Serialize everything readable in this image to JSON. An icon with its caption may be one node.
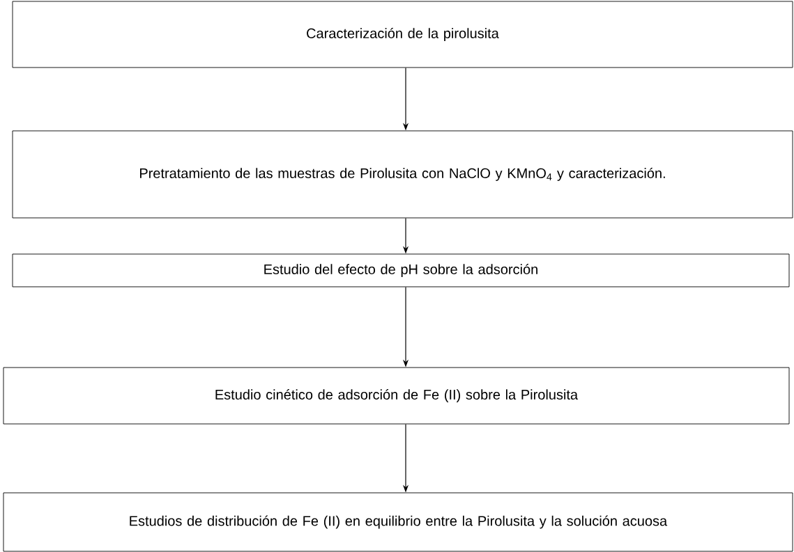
{
  "diagram": {
    "nodes": [
      {
        "text": [
          "Caracterización de la pirolusita"
        ]
      },
      {
        "text": [
          "Pretratamiento de las muestras de Pirolusita con NaClO y KMnO$_{4}$ y caracterización."
        ]
      },
      {
        "text": [
          "Estudio del efecto de pH sobre la adsorción"
        ]
      },
      {
        "text": [
          "Estudio cinético de adsorción de Fe (II) sobre la Pirolusita"
        ]
      },
      {
        "text": [
          "Estudios de distribución de Fe (II) en equilibrio entre la Pirolusita y la solución acuosa"
        ]
      }
    ],
    "edges": [
      {
        "from": 0,
        "to": 1,
        "arrow": "to"
      },
      {
        "from": 1,
        "to": 2,
        "arrow": "to"
      },
      {
        "from": 2,
        "to": 3,
        "arrow": "to"
      },
      {
        "from": 3,
        "to": 4,
        "arrow": "to"
      }
    ]
  }
}
